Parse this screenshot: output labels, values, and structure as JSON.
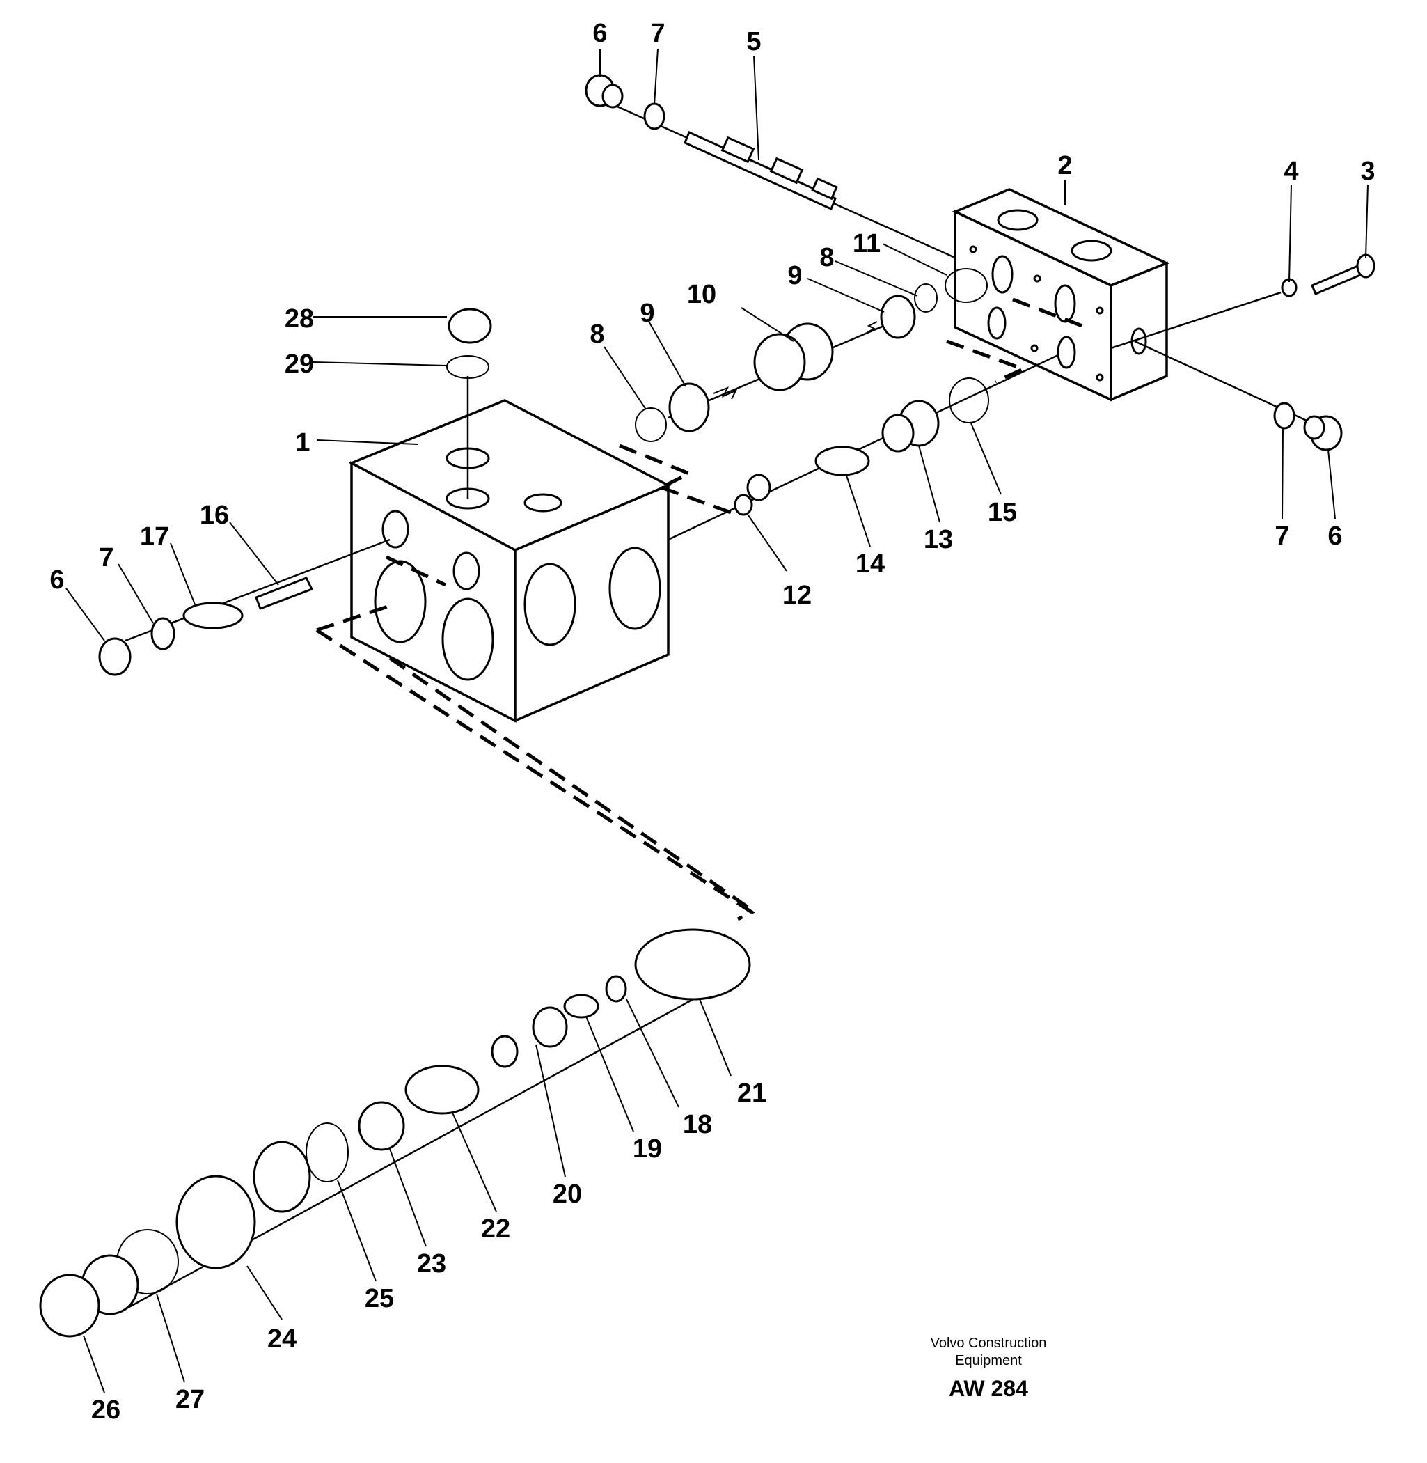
{
  "labels": {
    "l1": "1",
    "l2": "2",
    "l3": "3",
    "l4": "4",
    "l5": "5",
    "l6a": "6",
    "l6b": "6",
    "l6c": "6",
    "l7a": "7",
    "l7b": "7",
    "l7c": "7",
    "l8a": "8",
    "l8b": "8",
    "l9a": "9",
    "l9b": "9",
    "l10": "10",
    "l11": "11",
    "l12": "12",
    "l13": "13",
    "l14": "14",
    "l15": "15",
    "l16": "16",
    "l17": "17",
    "l18": "18",
    "l19": "19",
    "l20": "20",
    "l21": "21",
    "l22": "22",
    "l23": "23",
    "l24": "24",
    "l25": "25",
    "l26": "26",
    "l27": "27",
    "l28": "28",
    "l29": "29"
  },
  "caption": {
    "line1": "Volvo Construction",
    "line2": "Equipment",
    "code": "AW 284"
  }
}
